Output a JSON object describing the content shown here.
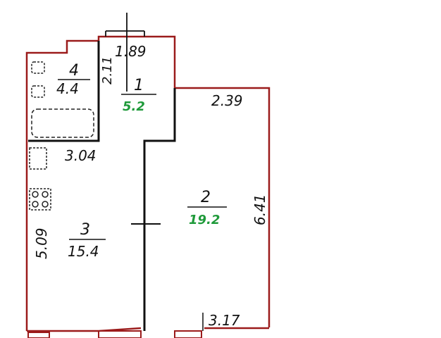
{
  "colors": {
    "wall_outer": "#9b1b1b",
    "wall_inner": "#111111",
    "fixture": "#222222",
    "area_highlight": "#1f9a3a"
  },
  "rooms": [
    {
      "number": "1",
      "area": "5.2",
      "area_color": "green"
    },
    {
      "number": "2",
      "area": "19.2",
      "area_color": "green"
    },
    {
      "number": "3",
      "area": "15.4",
      "area_color": "black"
    },
    {
      "number": "4",
      "area": "4.4",
      "area_color": "black"
    }
  ],
  "dimensions": {
    "d_189": "1.89",
    "d_211": "2.11",
    "d_239": "2.39",
    "d_304": "3.04",
    "d_641": "6.41",
    "d_509": "5.09",
    "d_317": "3.17"
  },
  "fixtures": [
    "bathtub-icon",
    "toilet-icon",
    "sink-icon",
    "stove-icon",
    "kitchen-sink-icon"
  ]
}
